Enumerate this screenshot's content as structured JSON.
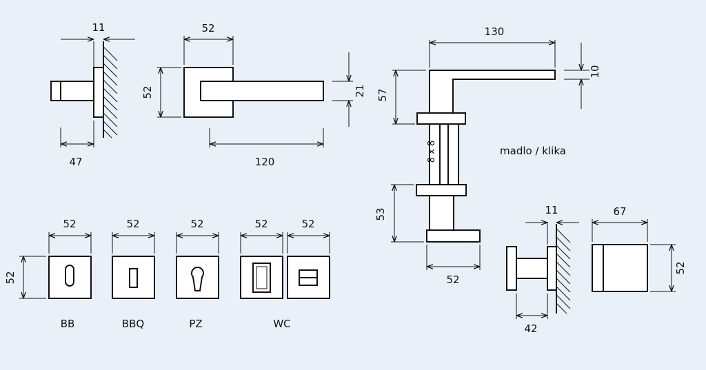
{
  "colors": {
    "background": "#e9f0f7",
    "ink": "#111111",
    "part_fill": "#ffffff"
  },
  "dims": {
    "d11_top": "11",
    "d47": "47",
    "d52_rose_w": "52",
    "d52_rose_h": "52",
    "d120": "120",
    "d21": "21",
    "d130": "130",
    "d10": "10",
    "d57": "57",
    "d53": "53",
    "d52_handle": "52",
    "d8x8": "8 x 8",
    "d11_knob": "11",
    "d67": "67",
    "d52_knob": "52",
    "d42": "42",
    "d52_bb": "52",
    "d52_bbq": "52",
    "d52_pz": "52",
    "d52_wc1": "52",
    "d52_wc2": "52",
    "d52_esc_h": "52"
  },
  "labels": {
    "madlo": "madlo / klika",
    "bb": "BB",
    "bbq": "BBQ",
    "pz": "PZ",
    "wc": "WC"
  }
}
